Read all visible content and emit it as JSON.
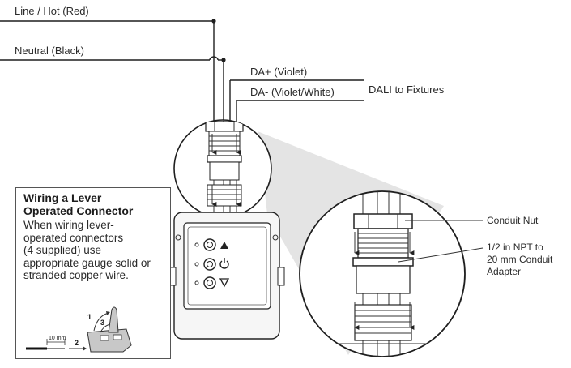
{
  "wires": {
    "line_hot": "Line / Hot (Red)",
    "neutral": "Neutral (Black)",
    "da_plus": "DA+ (Violet)",
    "da_minus": "DA- (Violet/White)",
    "dali_fixtures": "DALI to Fixtures"
  },
  "callouts": {
    "conduit_nut": "Conduit Nut",
    "adapter": [
      "1/2 in NPT to",
      "20 mm Conduit",
      "Adapter"
    ]
  },
  "info_box": {
    "title_line1": "Wiring a Lever",
    "title_line2": "Operated Connector",
    "body_lines": [
      "When wiring lever-",
      "operated connectors",
      "(4 supplied) use",
      "appropriate gauge solid or",
      "stranded copper wire."
    ]
  },
  "connector_figure": {
    "strip_length": "10 mm",
    "step_1": "1",
    "step_2": "2",
    "step_3": "3"
  },
  "device_icons": {
    "up": "up-triangle-icon",
    "power": "power-icon",
    "down": "down-triangle-icon"
  },
  "colors": {
    "line": "#1f1f1f",
    "shade": "#e4e4e4",
    "device_fill": "#f6f6f6"
  }
}
